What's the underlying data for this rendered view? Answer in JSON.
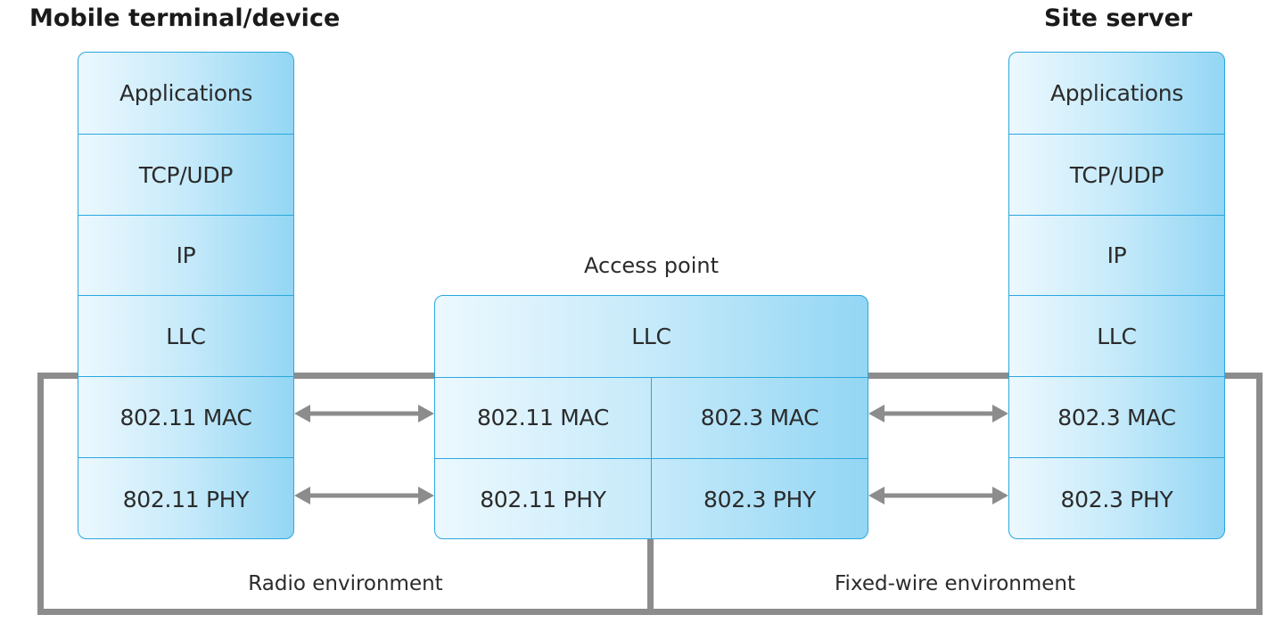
{
  "mobile": {
    "title": "Mobile terminal/device",
    "layers": [
      "Applications",
      "TCP/UDP",
      "IP",
      "LLC",
      "802.11 MAC",
      "802.11 PHY"
    ]
  },
  "server": {
    "title": "Site server",
    "layers": [
      "Applications",
      "TCP/UDP",
      "IP",
      "LLC",
      "802.3 MAC",
      "802.3 PHY"
    ]
  },
  "access_point": {
    "title": "Access point",
    "llc": "LLC",
    "left_mac": "802.11 MAC",
    "left_phy": "802.11 PHY",
    "right_mac": "802.3 MAC",
    "right_phy": "802.3 PHY"
  },
  "environments": {
    "radio": "Radio environment",
    "fixed": "Fixed-wire environment"
  },
  "colors": {
    "stack_border": "#2aa7de",
    "stack_fill_light": "#ecf8fe",
    "stack_fill_dark": "#93d6f4",
    "frame": "#8c8c8c",
    "arrow": "#8c8c8c"
  }
}
